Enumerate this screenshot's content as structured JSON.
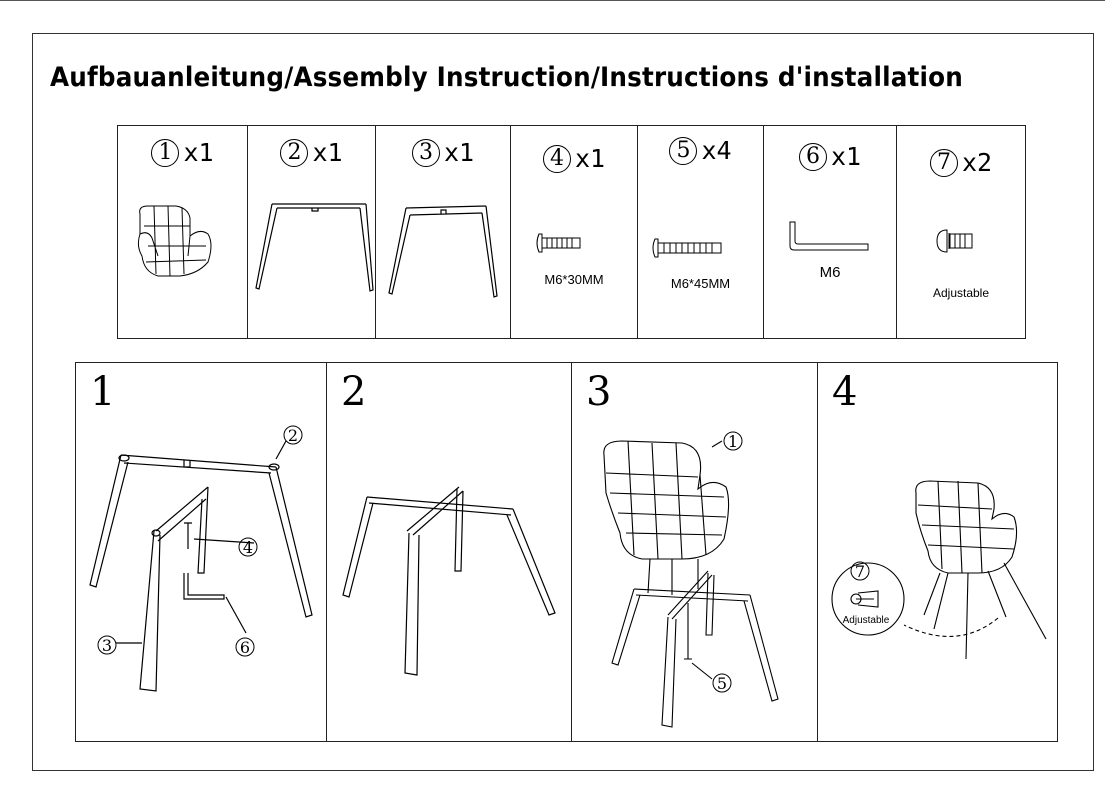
{
  "title": "Aufbauanleitung/Assembly Instruction/Instructions d'installation",
  "parts": [
    {
      "num": "1",
      "qty": "x1",
      "label": ""
    },
    {
      "num": "2",
      "qty": "x1",
      "label": ""
    },
    {
      "num": "3",
      "qty": "x1",
      "label": ""
    },
    {
      "num": "4",
      "qty": "x1",
      "label": "M6*30MM"
    },
    {
      "num": "5",
      "qty": "x4",
      "label": "M6*45MM"
    },
    {
      "num": "6",
      "qty": "x1",
      "label": "M6"
    },
    {
      "num": "7",
      "qty": "x2",
      "label": "Adjustable"
    }
  ],
  "steps": [
    {
      "num": "1",
      "callouts": [
        "2",
        "4",
        "6",
        "3"
      ]
    },
    {
      "num": "2",
      "callouts": []
    },
    {
      "num": "3",
      "callouts": [
        "1",
        "5"
      ]
    },
    {
      "num": "4",
      "callouts": [
        "7"
      ],
      "label": "Adjustable"
    }
  ]
}
